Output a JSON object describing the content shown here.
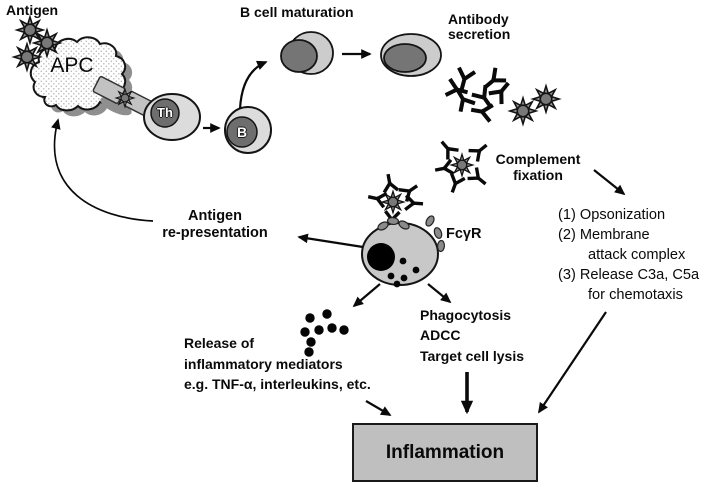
{
  "labels": {
    "antigen": "Antigen",
    "apc": "APC",
    "th_cell": "Th",
    "b_cell": "B",
    "b_cell_maturation": "B cell maturation",
    "antibody_secretion": [
      "Antibody",
      "secretion"
    ],
    "complement_fixation": [
      "Complement",
      "fixation"
    ],
    "antigen_re_presentation": [
      "Antigen",
      "re-presentation"
    ],
    "fc_gamma_receptor": "FcγR",
    "inflammation": "Inflammation"
  },
  "complement_outcomes": [
    "(1) Opsonization",
    "(2) Membrane",
    "attack complex",
    "(3) Release C3a, C5a",
    "for chemotaxis"
  ],
  "inflammatory_mediators": [
    "Release of",
    "inflammatory mediators",
    "e.g. TNF-α, interleukins, etc."
  ],
  "effector_functions": [
    "Phagocytosis",
    "ADCC",
    "Target cell lysis"
  ],
  "icons": {
    "antigen_star": "spiky antigen particle",
    "antibody_y": "Y-shaped antibody",
    "mediator_dot": "secreted mediator granule"
  },
  "colors": {
    "background": "#ffffff",
    "cell_body": "#dcdcdc",
    "cell_nucleus": "#6e6e6e",
    "plasma_cell_body": "#cccccc",
    "plasma_cell_nucleus": "#757575",
    "macrophage_body": "#c8c8c8",
    "receptor": "#8a8a8a",
    "antigen_star": "#9a9a9a",
    "inflammation_box": "#bfbfbf",
    "shadow": "#8f8f8f",
    "line": "#0a0a0a"
  }
}
